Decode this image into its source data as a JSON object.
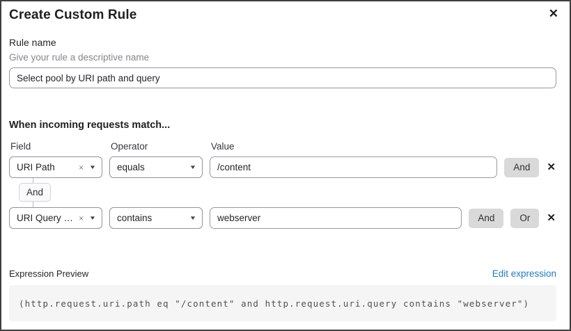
{
  "dialog": {
    "title": "Create Custom Rule"
  },
  "icons": {
    "close": "✕",
    "clear": "×",
    "caret_down": "▼",
    "remove_row": "✕"
  },
  "rule_name": {
    "label": "Rule name",
    "helper": "Give your rule a descriptive name",
    "value": "Select pool by URI path and query"
  },
  "match": {
    "heading": "When incoming requests match...",
    "columns": {
      "field": "Field",
      "operator": "Operator",
      "value": "Value"
    },
    "connector": "And",
    "rows": [
      {
        "field": "URI Path",
        "operator": "equals",
        "value": "/content",
        "buttons": [
          "And"
        ]
      },
      {
        "field": "URI Query St...",
        "operator": "contains",
        "value": "webserver",
        "buttons": [
          "And",
          "Or"
        ]
      }
    ]
  },
  "expression": {
    "label": "Expression Preview",
    "edit_link": "Edit expression",
    "code": "(http.request.uri.path eq \"/content\" and http.request.uri.query contains \"webserver\")"
  },
  "colors": {
    "link_blue": "#1e7bc0",
    "button_gray": "#d9d9d9",
    "code_bg": "#f5f5f5",
    "border_gray": "#969a9e"
  }
}
